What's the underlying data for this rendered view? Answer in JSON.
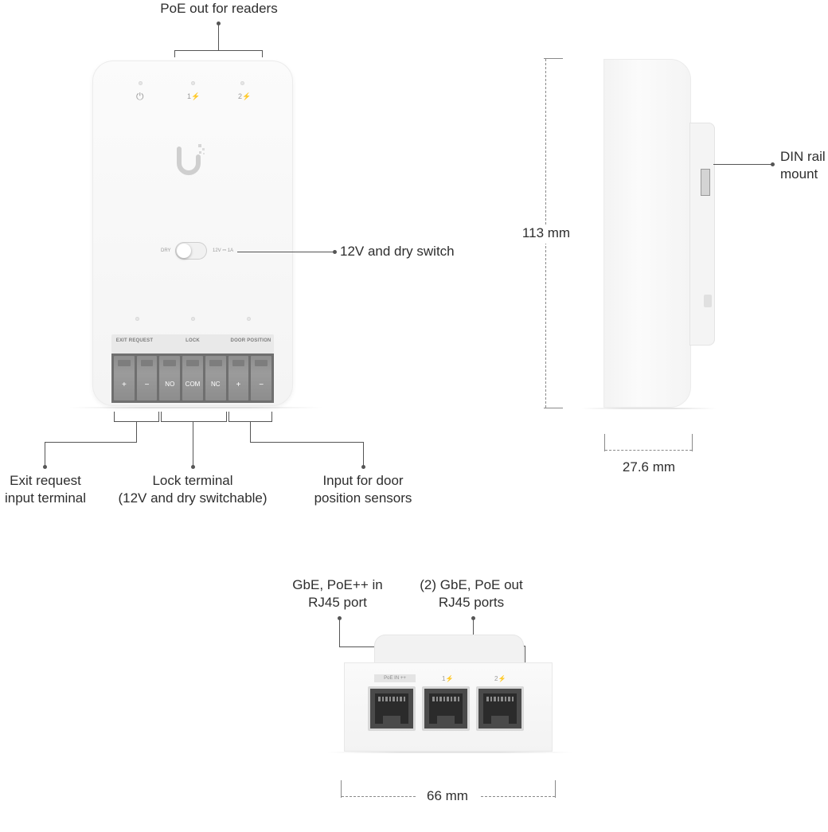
{
  "callouts": {
    "poe_out_readers": "PoE out for readers",
    "switch_12v_dry": "12V and dry switch",
    "din_rail": [
      "DIN rail",
      "mount"
    ],
    "exit_request": [
      "Exit request",
      "input terminal"
    ],
    "lock_terminal": [
      "Lock terminal",
      "(12V and dry switchable)"
    ],
    "door_position": [
      "Input for door",
      "position sensors"
    ],
    "poe_in_port": [
      "GbE, PoE++ in",
      "RJ45 port"
    ],
    "poe_out_ports": [
      "(2) GbE, PoE out",
      "RJ45 ports"
    ]
  },
  "dimensions": {
    "height": "113 mm",
    "depth": "27.6 mm",
    "width": "66 mm"
  },
  "device_front": {
    "led_labels": [
      "⏻",
      "1⚡",
      "2⚡"
    ],
    "switch_left_label": "DRY",
    "switch_right_label": "12V ⎓ 1A",
    "terminal_groups": [
      "EXIT REQUEST",
      "LOCK",
      "DOOR POSITION"
    ],
    "terminals": [
      "+",
      "−",
      "NO",
      "COM",
      "NC",
      "+",
      "−"
    ]
  },
  "device_bottom": {
    "port_labels": [
      "PoE IN ++",
      "1⚡",
      "2⚡"
    ]
  }
}
